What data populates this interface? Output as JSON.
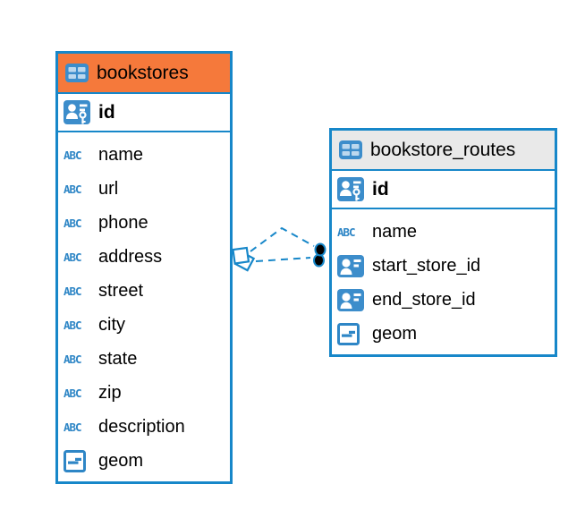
{
  "icons": {
    "text_type_label": "ABC"
  },
  "colors": {
    "entity_border": "#1787C9",
    "selected_header_bg": "#F5793B",
    "header_bg": "#E9E9E9",
    "icon_blue": "#3C8DCB",
    "type_icon_blue": "#2E86C6",
    "relationship_line": "#1787C9",
    "endpoint_dot": "#000000"
  },
  "tables": [
    {
      "name": "bookstores",
      "selected": true,
      "primary_key": "id",
      "columns": [
        "name",
        "url",
        "phone",
        "address",
        "street",
        "city",
        "state",
        "zip",
        "description",
        "geom"
      ],
      "column_types": [
        "text",
        "text",
        "text",
        "text",
        "text",
        "text",
        "text",
        "text",
        "text",
        "geometry"
      ]
    },
    {
      "name": "bookstore_routes",
      "selected": false,
      "primary_key": "id",
      "columns": [
        "name",
        "start_store_id",
        "end_store_id",
        "geom"
      ],
      "column_types": [
        "text",
        "reference",
        "reference",
        "geometry"
      ]
    }
  ],
  "relationships": [
    {
      "from": "bookstore_routes",
      "to": "bookstores",
      "style": "dashed"
    },
    {
      "from": "bookstore_routes",
      "to": "bookstores",
      "style": "dashed"
    }
  ]
}
